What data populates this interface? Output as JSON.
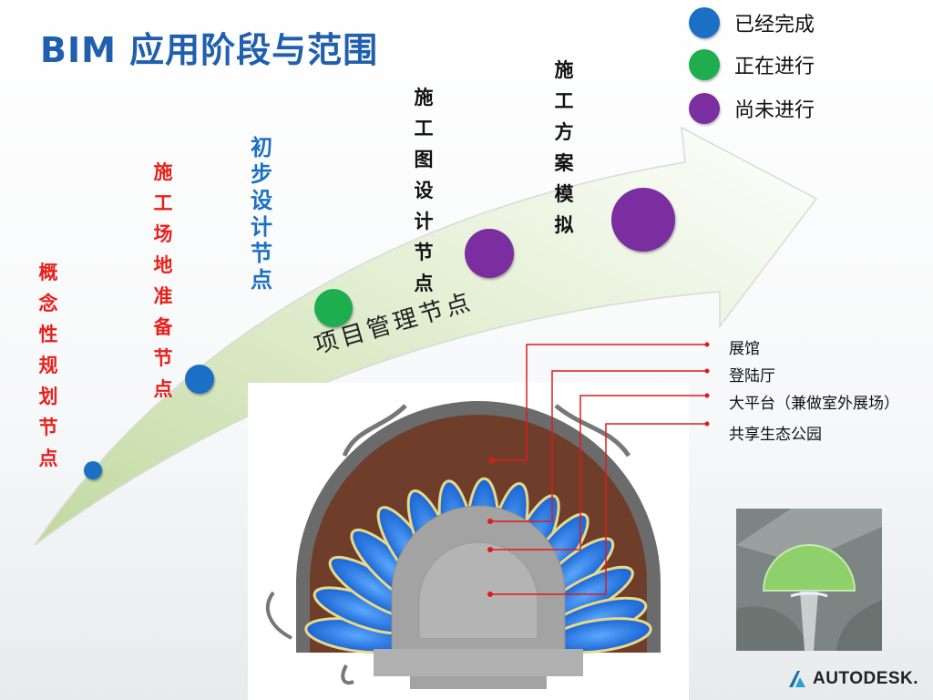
{
  "title": "BIM 应用阶段与范围",
  "legend": [
    {
      "label": "已经完成",
      "color": "#1b6fc4"
    },
    {
      "label": "正在进行",
      "color": "#1fae4f"
    },
    {
      "label": "尚未进行",
      "color": "#7a2ea0"
    }
  ],
  "stages": [
    {
      "label": "概念性规划节点",
      "status": "已经完成",
      "color": "#e8201c"
    },
    {
      "label": "施工场地准备节点",
      "status": "已经完成",
      "color": "#e8201c"
    },
    {
      "label": "初步设计节点",
      "status": "正在进行",
      "color": "#1b6fc4"
    },
    {
      "label": "施工图设计节点",
      "status": "尚未进行",
      "color": "#111111"
    },
    {
      "label": "施工方案模拟",
      "status": "尚未进行",
      "color": "#111111"
    }
  ],
  "arrow_label": "项目管理节点",
  "callouts": [
    "展馆",
    "登陆厅",
    "大平台（兼做室外展场）",
    "共享生态公园"
  ],
  "logo": {
    "text": "AUTODESK.",
    "icon": "autodesk-logo-icon"
  }
}
